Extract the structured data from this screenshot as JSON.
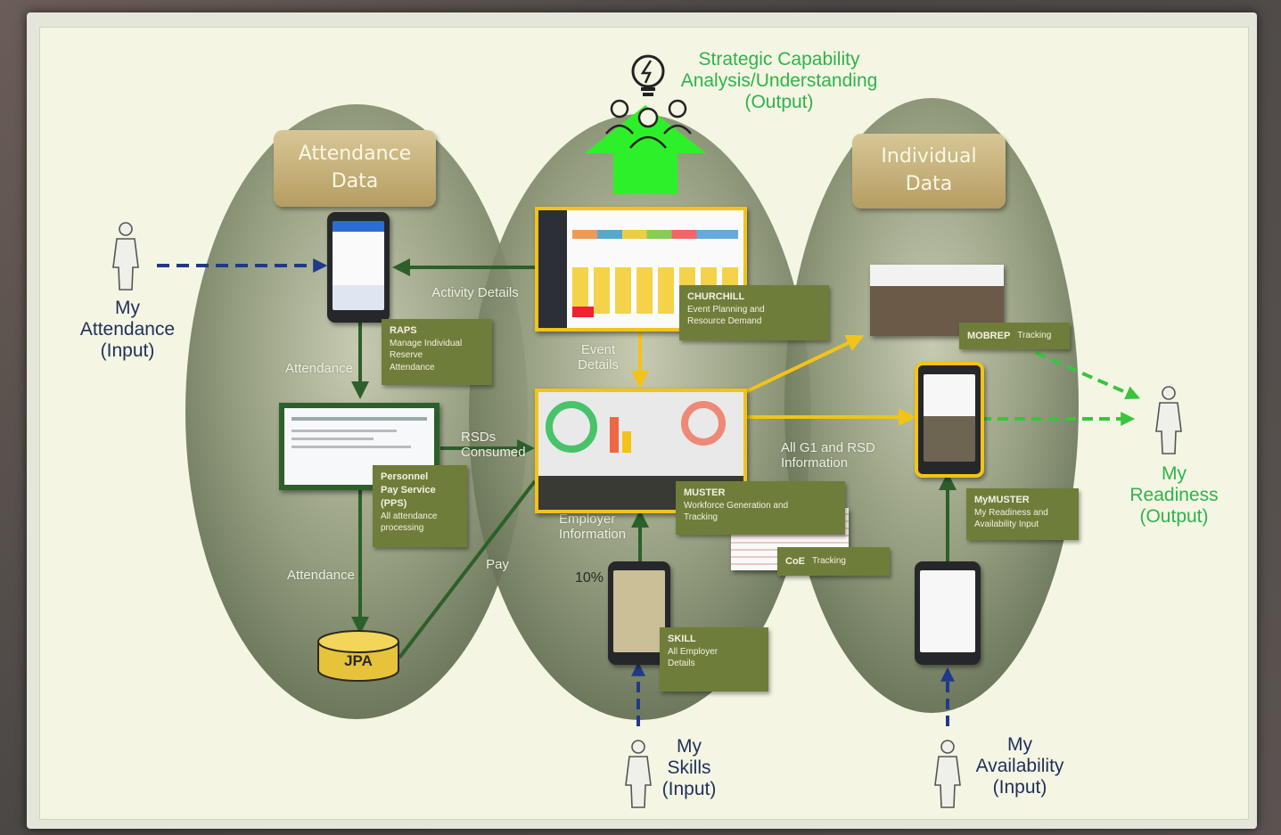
{
  "header": {
    "output_title": "Strategic Capability\nAnalysis/Understanding\n(Output)"
  },
  "zones": {
    "attendance": "Attendance\nData",
    "individual": "Individual\nData"
  },
  "actors": {
    "attendance_input": "My\nAttendance\n(Input)",
    "readiness_output": "My\nReadiness\n(Output)",
    "skills_input": "My\nSkills\n(Input)",
    "availability_input": "My\nAvailability\n(Input)"
  },
  "flows": {
    "activity_details": "Activity Details",
    "attendance_1": "Attendance",
    "attendance_2": "Attendance",
    "event_details": "Event\nDetails",
    "rsds_consumed": "RSDs\nConsumed",
    "pay": "Pay",
    "employer_information": "Employer\nInformation",
    "all_g1_rsd": "All G1 and RSD\nInformation",
    "percent": "10%"
  },
  "systems": {
    "raps": {
      "title": "RAPS",
      "lines": [
        "Manage Individual",
        "Reserve",
        "Attendance"
      ]
    },
    "pps": {
      "title": "Personnel\nPay Service\n(PPS)",
      "lines": [
        "All attendance",
        "processing"
      ]
    },
    "churchill": {
      "title": "CHURCHILL",
      "lines": [
        "Event Planning and",
        "Resource Demand"
      ]
    },
    "muster": {
      "title": "MUSTER",
      "lines": [
        "Workforce Generation and",
        "Tracking"
      ]
    },
    "coe": {
      "title": "CoE",
      "lines": [
        "Tracking"
      ]
    },
    "mobrep": {
      "title": "MOBREP",
      "lines": [
        "Tracking"
      ]
    },
    "mymuster": {
      "title": "MyMUSTER",
      "lines": [
        "My Readiness and",
        "Availability Input"
      ]
    },
    "skill": {
      "title": "SKILL",
      "lines": [
        "All Employer",
        "Details"
      ]
    },
    "jpa": "JPA"
  },
  "colors": {
    "output_green": "#2eb34a",
    "input_navy": "#1f2f5c",
    "system_box": "#6f7d3a",
    "flow_line": "#2d5f2a",
    "highlight_yellow": "#f2c318"
  }
}
